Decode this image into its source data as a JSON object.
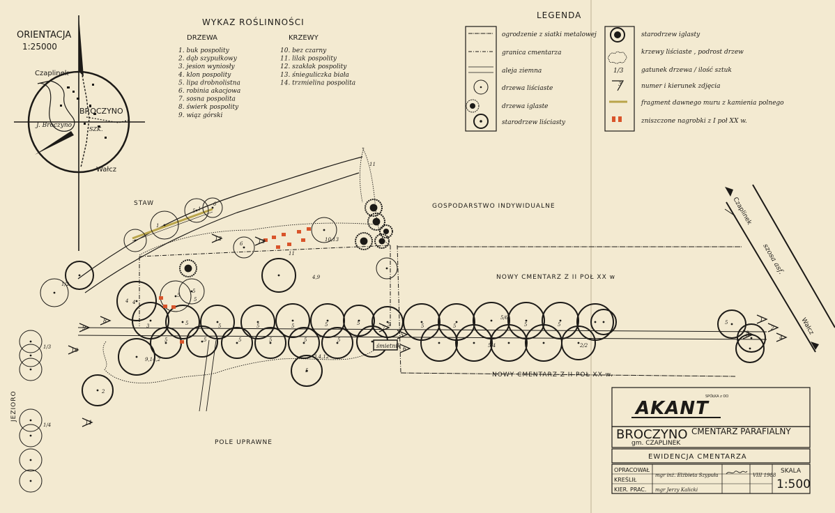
{
  "orientation": {
    "title": "ORIENTACJA",
    "scale": "1:25000",
    "places": {
      "czaplinek": "Czaplinek",
      "broczyno": "BROCZYNO",
      "lake": "J. Broczyno",
      "szkola": "SZK.",
      "walcz": "Wałcz"
    }
  },
  "vegetation": {
    "title": "WYKAZ ROŚLINNOŚCI",
    "trees_header": "DRZEWA",
    "shrubs_header": "KRZEWY",
    "trees": [
      "1. buk pospolity",
      "2. dąb szypułkowy",
      "3. jesion wyniosły",
      "4. klon pospolity",
      "5. lipa drobnolistna",
      "6. robinia akacjowa",
      "7. sosna pospolita",
      "8. świerk pospolity",
      "9. wiąz górski"
    ],
    "shrubs": [
      "10. bez czarny",
      "11. lilak pospolity",
      "12. szakłak pospolity",
      "13. śnieguliczka biała",
      "14. trzmielina pospolita"
    ]
  },
  "legend": {
    "title": "LEGENDA",
    "left": [
      "ogrodzenie z siatki metalowej",
      "granica cmentarza",
      "aleja ziemna",
      "drzewa liściaste",
      "drzewa iglaste",
      "starodrzew liściasty"
    ],
    "right": [
      "starodrzew iglasty",
      "krzewy liściaste , podrost drzew",
      "gatunek drzewa / ilość sztuk",
      "numer i kierunek zdjęcia",
      "fragment dawnego muru z kamienia polnego",
      "zniszczone nagrobki z I poł XX w."
    ],
    "sample_fraction": "1/3",
    "sample_photo": "3"
  },
  "map_labels": {
    "staw": "STAW",
    "gospodarstwo": "GOSPODARSTWO INDYWIDUALNE",
    "nowy_top": "NOWY CMENTARZ Z II POŁ XX w",
    "nowy_bottom": "NOWY CMENTARZ Z II POŁ XX w.",
    "pole": "POLE UPRAWNE",
    "jezioro": "JEZIORO",
    "czaplinek": "Czaplinek",
    "szosa": "szosa asf.",
    "walcz": "Wałcz",
    "smietnik": "śmietnik"
  },
  "tree_labels": [
    "1",
    "6",
    "5",
    "1",
    "6",
    "1/2",
    "4",
    "5",
    "5",
    "5",
    "3",
    "5",
    "5",
    "5",
    "5",
    "5",
    "5",
    "5",
    "5",
    "5/6",
    "5",
    "5",
    "5",
    "5",
    "5",
    "5/4",
    "5",
    "2/2",
    "5",
    "5",
    "4,9",
    "10,13",
    "11",
    "11",
    "9,14,2",
    "3,4,12",
    "5",
    "2",
    "1/3",
    "1/4",
    "4",
    "5",
    "3",
    "5"
  ],
  "photo_numbers": [
    "1",
    "2",
    "3",
    "4",
    "5",
    "6",
    "7",
    "8",
    "9",
    "10",
    "11",
    "12",
    "13"
  ],
  "title_block": {
    "company": "AKANT",
    "company_sub": "SPÓŁKA z OO",
    "place": "BROCZYNO",
    "object": "CMENTARZ PARAFIALNY",
    "gmina": "gm. CZAPLINEK",
    "doc_type": "EWIDENCJA CMENTARZA",
    "roles": [
      "OPRACOWAŁ",
      "KREŚLIŁ",
      "KIER. PRAC."
    ],
    "people": [
      "mgr inż. Elżbieta Szypuła",
      "mgr Jerzy Kalicki"
    ],
    "date": "VIII 1988",
    "scale_label": "SKALA",
    "scale": "1:500"
  },
  "colors": {
    "paper": "#f3ead1",
    "ink": "#1c1a17",
    "gravestone": "#d9542a",
    "wall": "#b9a44a"
  }
}
